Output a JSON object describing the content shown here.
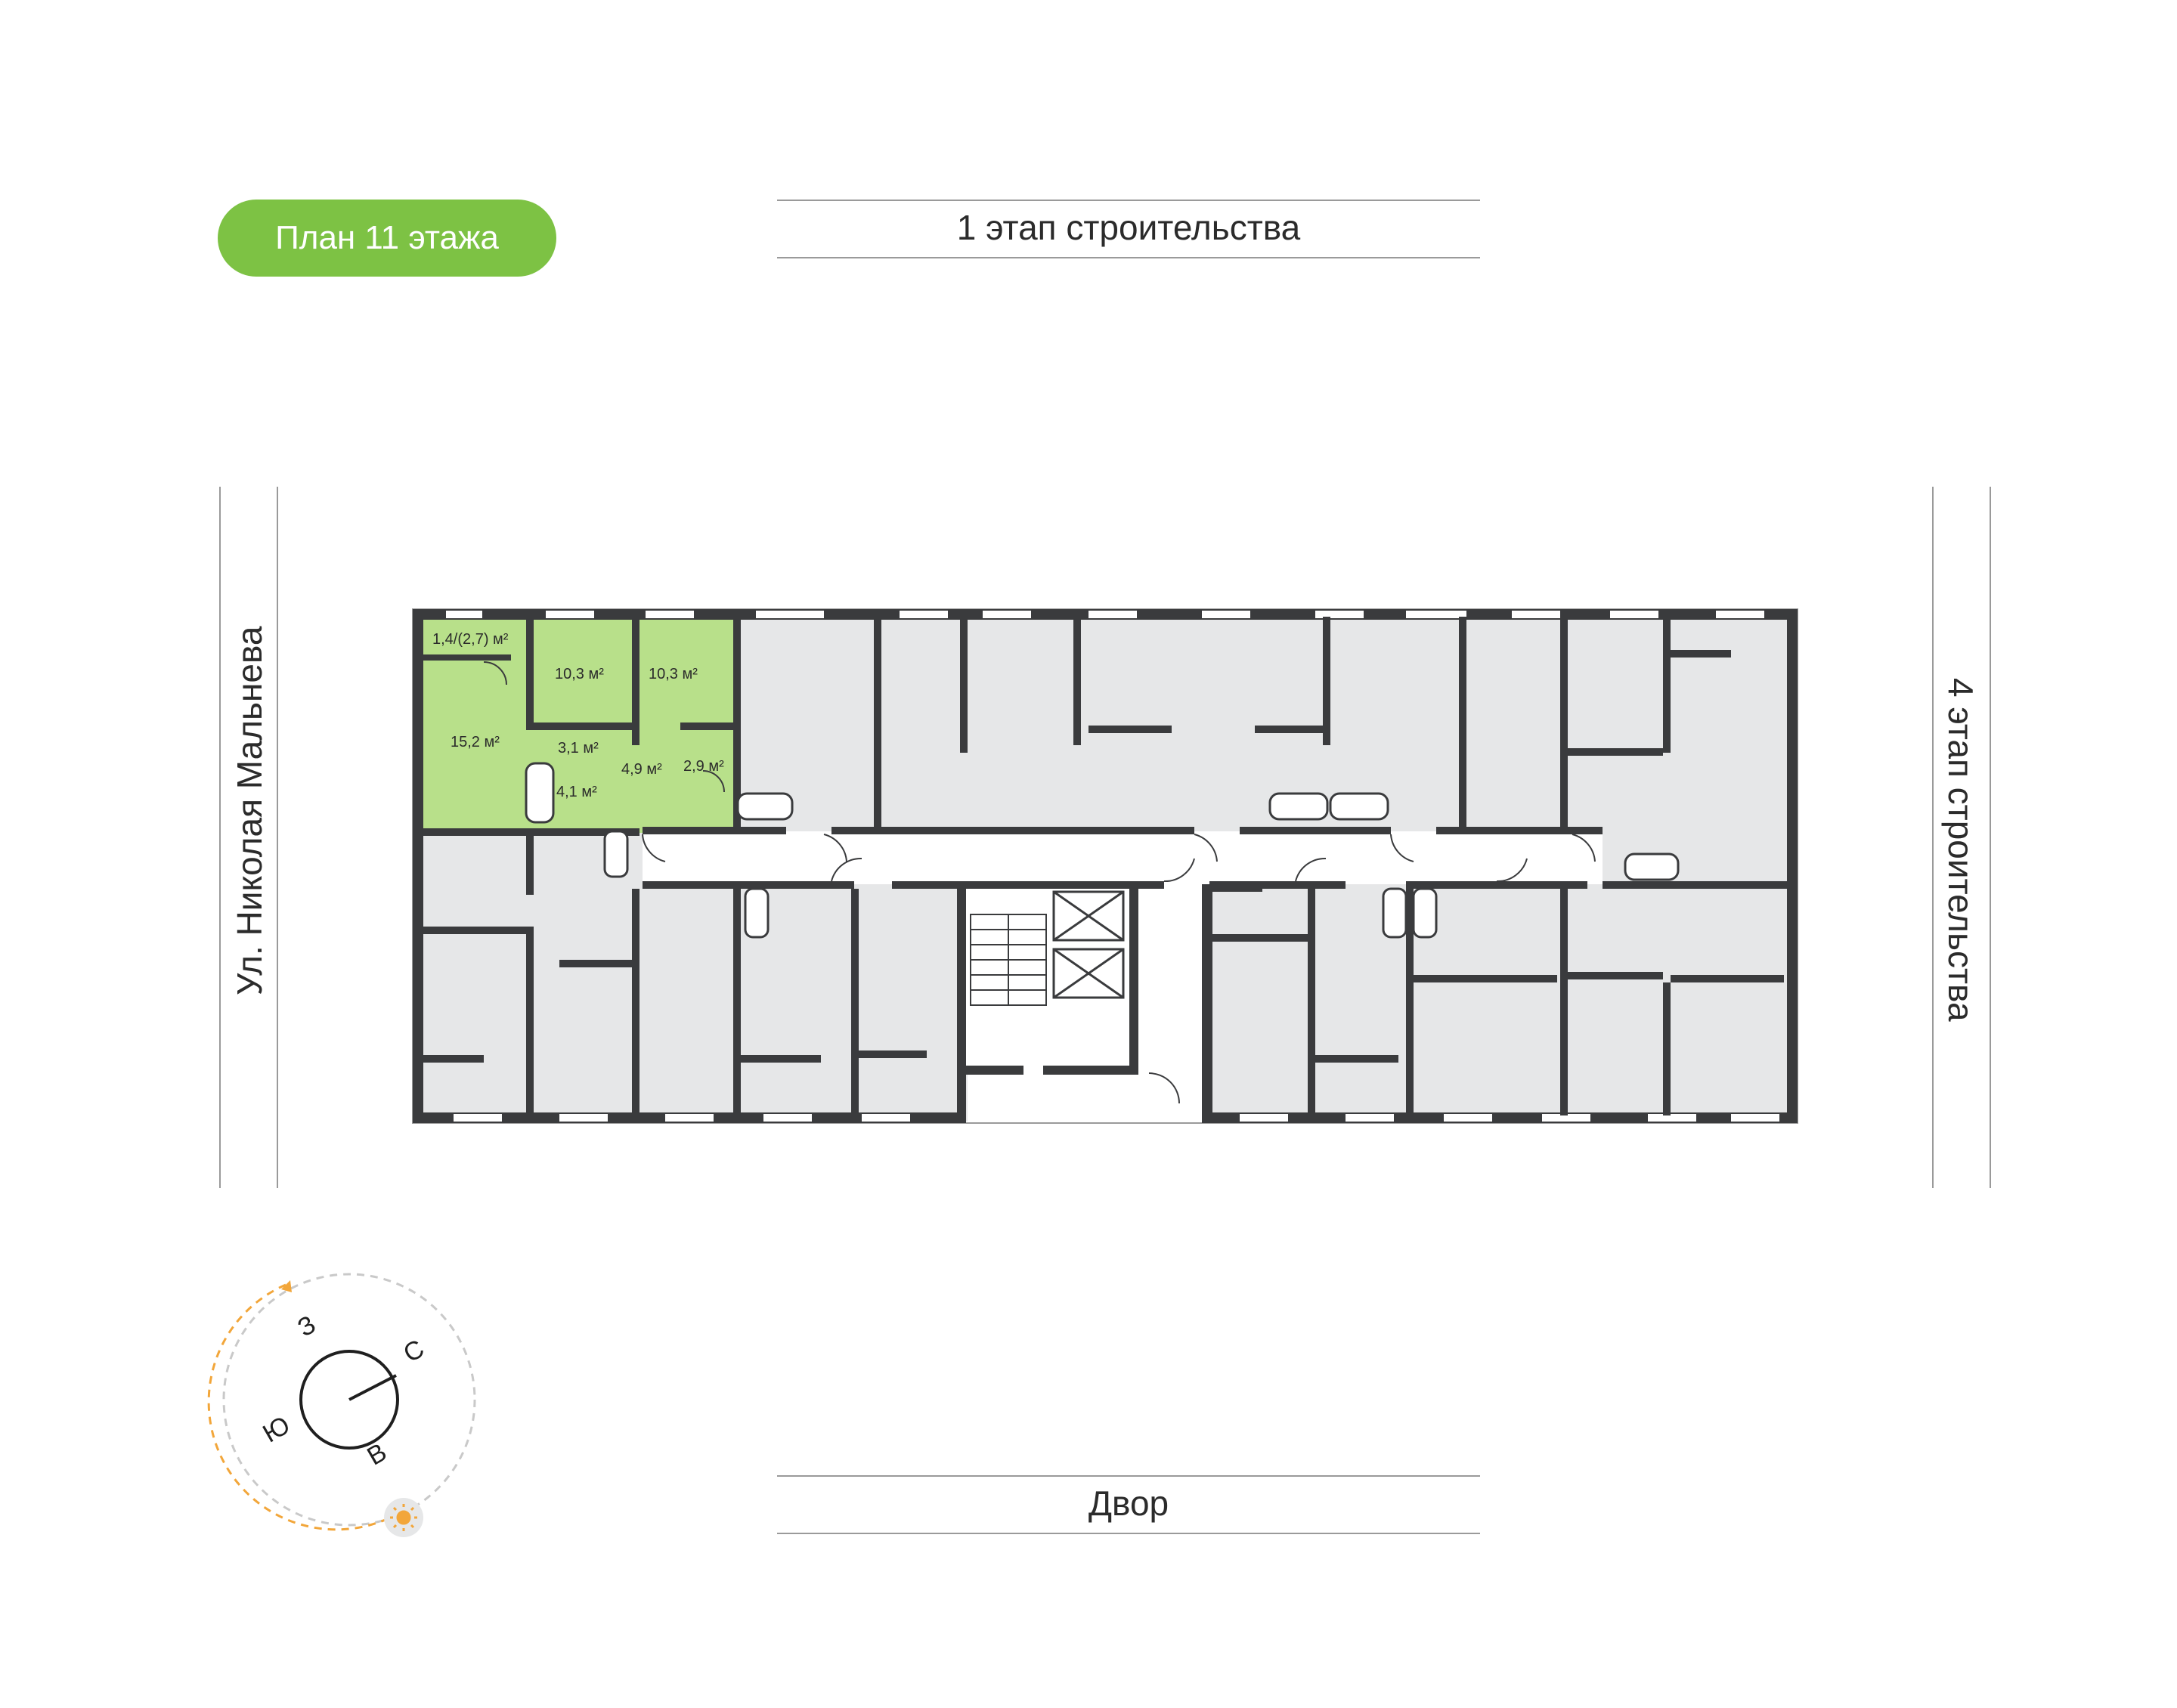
{
  "badge": "План 11 этажа",
  "labels": {
    "top": "1 этап строительства",
    "bottom": "Двор",
    "left": "Ул. Николая Мальнева",
    "right": "4 этап строительства"
  },
  "apartment": {
    "rooms": [
      {
        "id": "balcony",
        "area": "1,4/(2,7) м²"
      },
      {
        "id": "room1",
        "area": "10,3 м²"
      },
      {
        "id": "kitchen",
        "area": "10,3 м²"
      },
      {
        "id": "living",
        "area": "15,2 м²"
      },
      {
        "id": "hall",
        "area": "3,1 м²"
      },
      {
        "id": "corridor",
        "area": "4,9 м²"
      },
      {
        "id": "wc",
        "area": "2,9 м²"
      },
      {
        "id": "bath",
        "area": "4,1 м²"
      }
    ]
  },
  "compass": {
    "north": "С",
    "south": "Ю",
    "east": "В",
    "west": "З"
  },
  "colors": {
    "accent": "#7dc244",
    "apartment": "#b8e08a",
    "floor": "#e6e7e8",
    "walls": "#3a3b3d",
    "sun": "#f2a63a"
  }
}
